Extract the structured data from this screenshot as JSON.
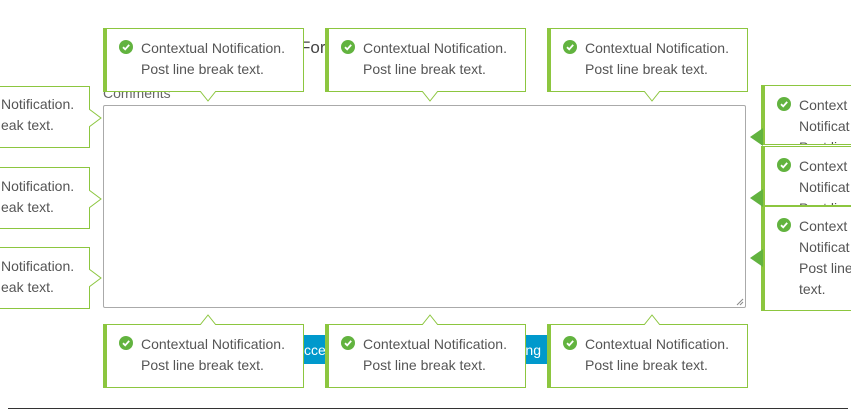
{
  "form": {
    "title": "Form",
    "comments_label": "Comments",
    "button_left_text": "cce",
    "button_right_text": "ng"
  },
  "notification": {
    "line1": "Contextual Notification.",
    "line2": "Post line break text.",
    "icon": "check-circle-icon",
    "accent_color": "#62b33f",
    "border_color": "#8cc63f"
  },
  "left_fragment": {
    "line1": "Notification.",
    "line2": "eak text."
  },
  "right_fragment": {
    "line1": "Context",
    "line2": "Notificat",
    "line3": "Post line",
    "line4": "text."
  }
}
